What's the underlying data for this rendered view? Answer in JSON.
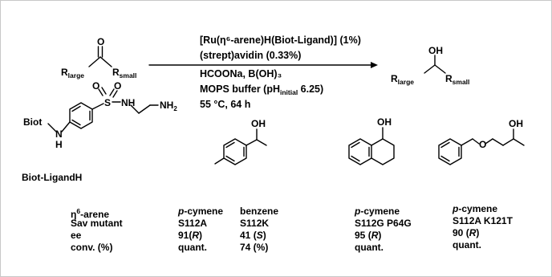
{
  "reaction": {
    "substrate": {
      "r1": "R",
      "r1_sub": "large",
      "r2": "R",
      "r2_sub": "small",
      "atom_o": "O"
    },
    "product": {
      "r1": "R",
      "r1_sub": "large",
      "r2": "R",
      "r2_sub": "small",
      "atom_oh": "OH"
    },
    "conditions": {
      "line1": "[Ru(η⁶-arene)H(Biot-Ligand)] (1%)",
      "line2": "(strept)avidin (0.33%)",
      "line3": "HCOONa, B(OH)₃",
      "line4_prefix": "MOPS buffer (pH",
      "line4_sub": "initial",
      "line4_suffix": " 6.25)",
      "line5": "55 °C, 64 h"
    }
  },
  "ligand": {
    "atoms": {
      "biot": "Biot",
      "n": "N",
      "h": "H",
      "o1": "O",
      "s": "S",
      "o2": "O",
      "nh_n": "NH",
      "nh2": "NH",
      "nh2_sub": "2"
    },
    "name_main": "Biot-Ligand",
    "name_suffix": "H"
  },
  "products": {
    "p1_oh": "OH",
    "p2_oh": "OH",
    "p3_oh": "OH",
    "p3_o": "O"
  },
  "table": {
    "row_labels": {
      "arene_prefix": "η",
      "arene_sup": "6",
      "arene_suffix": "-arene",
      "mutant": "Sav mutant",
      "ee": "ee",
      "conv": "conv. (%)"
    },
    "entries": [
      {
        "arene": "p-cymene",
        "arene_italic": "p",
        "arene_rest": "-cymene",
        "mutant": "S112A",
        "ee_val": "91",
        "ee_cfg": "R",
        "ee_open": "(",
        "ee_close": ")",
        "conv": "quant."
      },
      {
        "arene": "benzene",
        "mutant": "S112K",
        "ee_val": "41 ",
        "ee_cfg": "S",
        "ee_open": "(",
        "ee_close": ")",
        "conv": "74 (%)"
      },
      {
        "arene": "p-cymene",
        "arene_italic": "p",
        "arene_rest": "-cymene",
        "mutant": "S112G P64G",
        "ee_val": "95 ",
        "ee_cfg": "R",
        "ee_open": "(",
        "ee_close": ")",
        "conv": "quant."
      },
      {
        "arene": "p-cymene",
        "arene_italic": "p",
        "arene_rest": "-cymene",
        "mutant": "S112A K121T",
        "ee_val": "90 ",
        "ee_cfg": "R",
        "ee_open": "(",
        "ee_close": ")",
        "conv": "quant."
      }
    ]
  }
}
